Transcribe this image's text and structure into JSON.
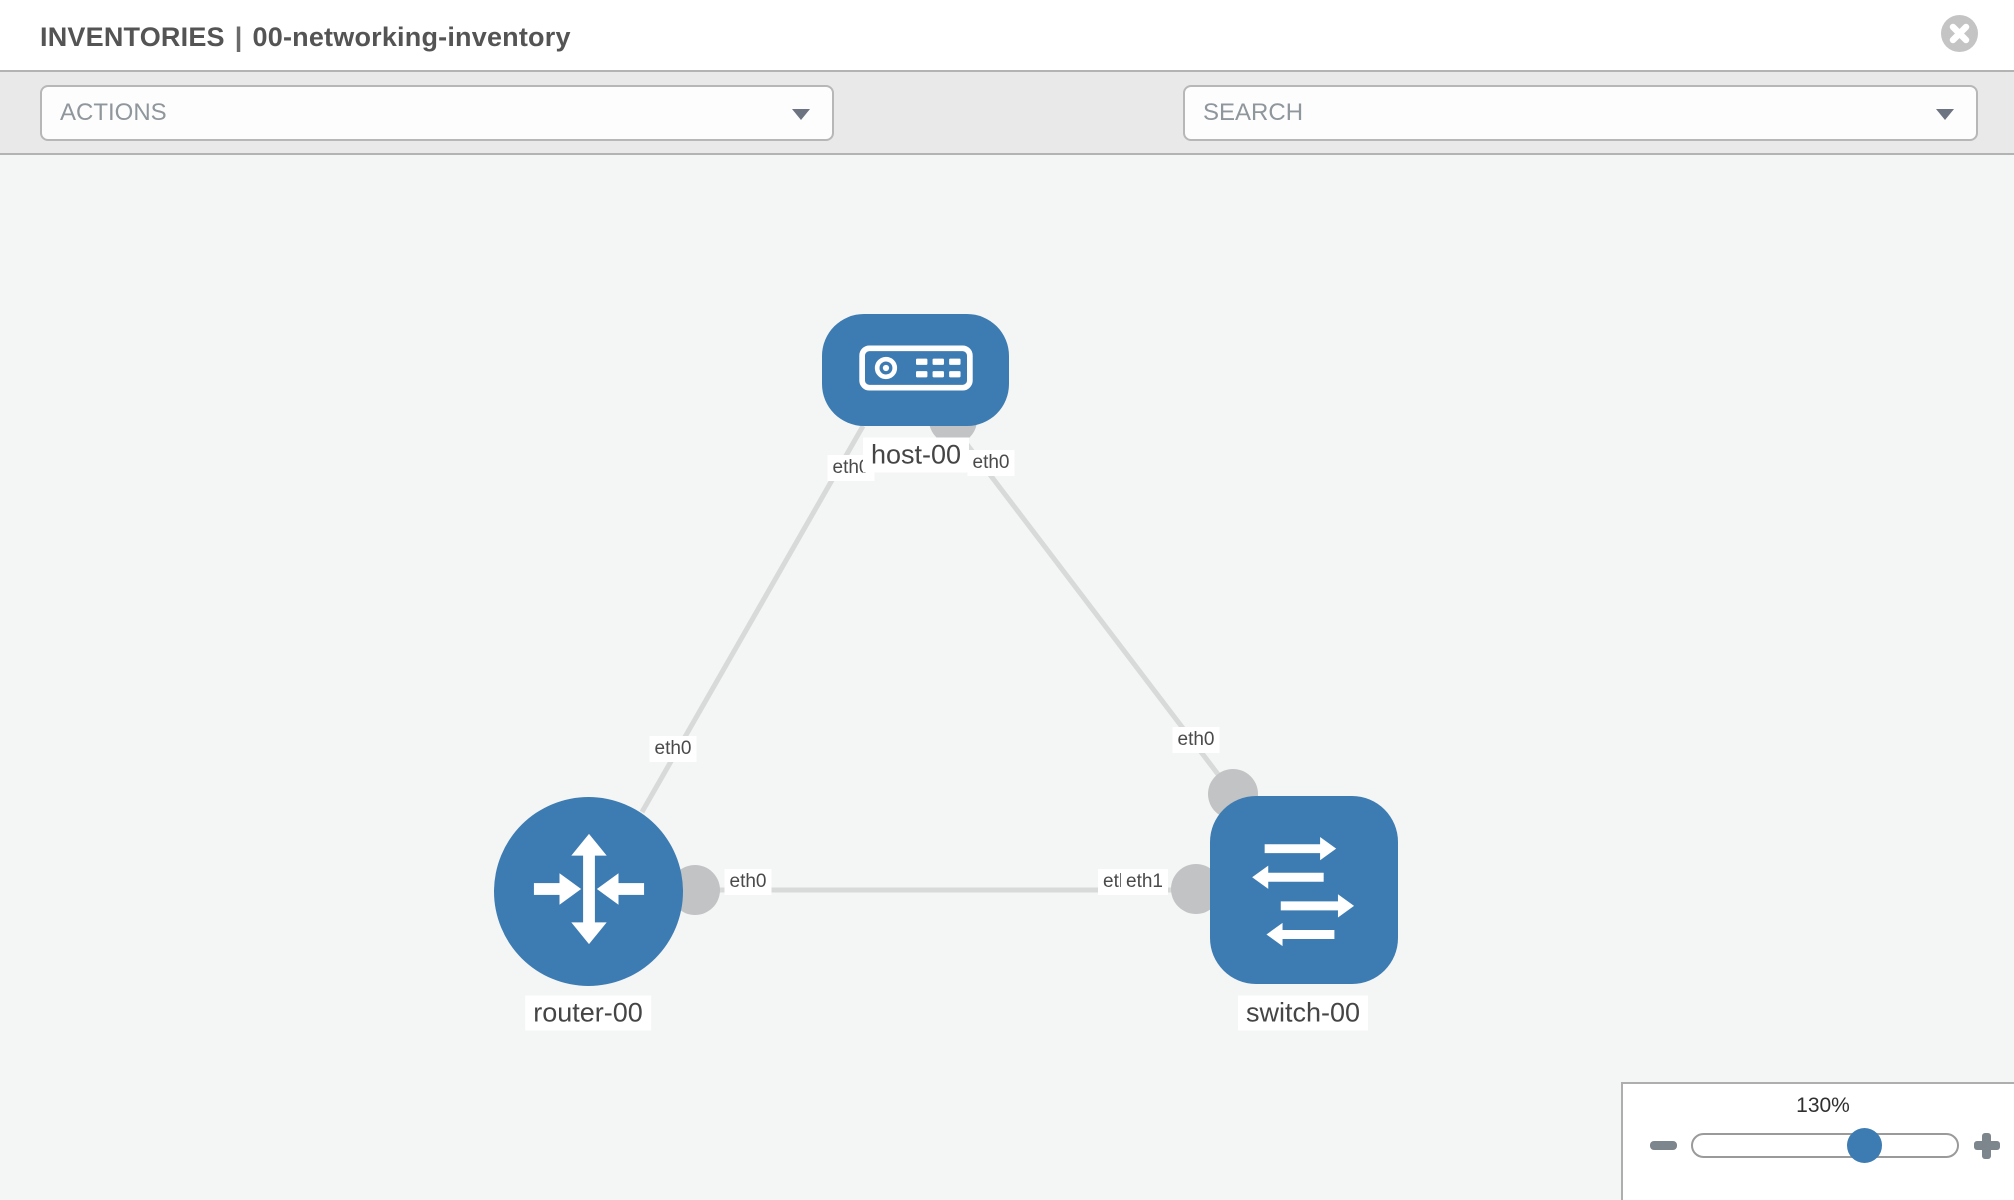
{
  "window": {
    "title_section": "INVENTORIES",
    "title_separator": "|",
    "title_item": "00-networking-inventory",
    "close_icon": "close-x-icon"
  },
  "toolbar": {
    "actions_label": "ACTIONS",
    "search_label": "SEARCH",
    "icons": [
      "wrench-icon",
      "key-icon"
    ]
  },
  "graph": {
    "nodes": [
      {
        "id": "host-00",
        "label": "host-00",
        "type": "host",
        "icon": "host-icon"
      },
      {
        "id": "router-00",
        "label": "router-00",
        "type": "router",
        "icon": "router-icon"
      },
      {
        "id": "switch-00",
        "label": "switch-00",
        "type": "switch",
        "icon": "switch-icon"
      }
    ],
    "links": [
      {
        "from": "host-00",
        "from_interface": "eth0",
        "to": "router-00",
        "to_interface": "eth0"
      },
      {
        "from": "host-00",
        "from_interface": "eth0",
        "to": "switch-00",
        "to_interface": "eth0"
      },
      {
        "from": "router-00",
        "from_interface": "eth0",
        "to": "switch-00",
        "to_interface": "eth1",
        "to_interface_overlapped": "eth0"
      }
    ]
  },
  "zoom_control": {
    "value": "130%",
    "minus_icon": "minus-icon",
    "plus_icon": "plus-icon"
  },
  "colors": {
    "node_blue": "#3d7cb2",
    "link_gray": "#d8d9d9",
    "connector_gray": "#c2c3c4",
    "toolbar_bg": "#e9e9e9",
    "canvas_bg": "#f4f5f5",
    "slider_knob_blue": "#3d7cb2",
    "icon_gray": "#8b939b"
  }
}
